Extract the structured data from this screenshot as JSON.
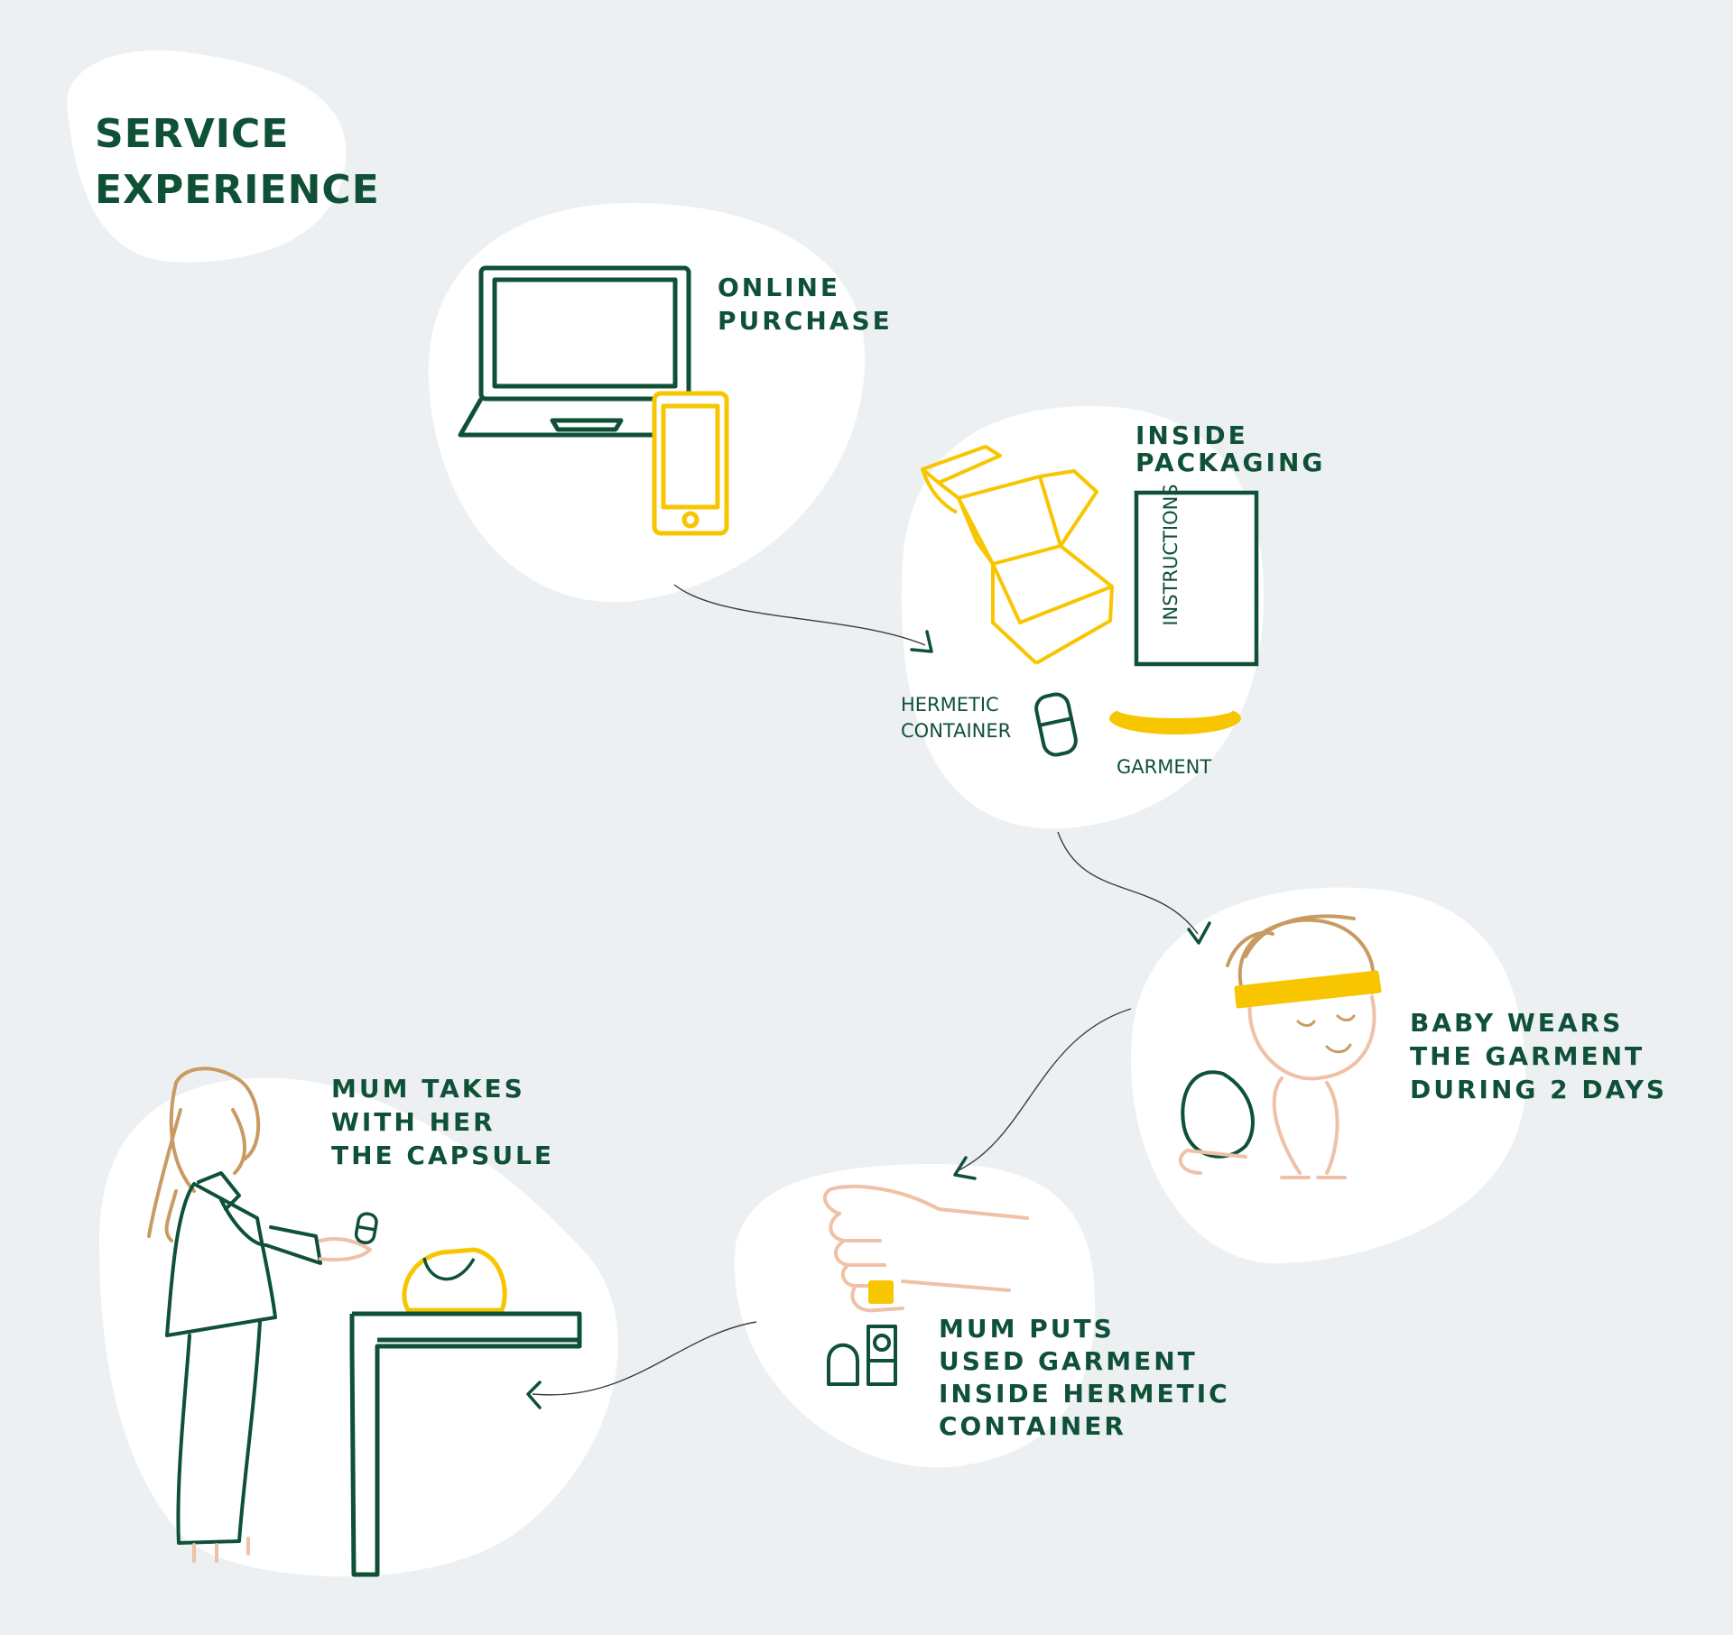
{
  "title": {
    "line1": "SERVICE",
    "line2": "EXPERIENCE"
  },
  "colors": {
    "background": "#edf0f3",
    "bubble": "#ffffff",
    "green": "#0f5137",
    "yellow": "#f7c600",
    "skin": "#efc1a6",
    "hair": "#c99b62"
  },
  "steps": [
    {
      "lines": [
        "ONLINE",
        "PURCHASE"
      ],
      "icons": [
        "laptop-icon",
        "smartphone-icon"
      ]
    },
    {
      "lines": [
        "INSIDE",
        "PACKAGING"
      ],
      "icons": [
        "box-icon",
        "instructions-card-icon",
        "hermetic-container-icon",
        "garment-band-icon"
      ]
    },
    {
      "lines": [
        "BABY WEARS",
        "THE GARMENT",
        "DURING 2 DAYS"
      ],
      "icons": [
        "crawling-baby-icon"
      ]
    },
    {
      "lines": [
        "MUM PUTS",
        "USED GARMENT",
        "INSIDE HERMETIC",
        "CONTAINER"
      ],
      "icons": [
        "hand-icon",
        "open-container-icon"
      ]
    },
    {
      "lines": [
        "MUM TAKES",
        "WITH HER",
        "THE CAPSULE"
      ],
      "icons": [
        "mum-figure-icon",
        "bag-icon",
        "table-icon"
      ]
    }
  ],
  "packaging_labels": {
    "instructions": "INSTRUCTIONS",
    "container_line1": "HERMETIC",
    "container_line2": "CONTAINER",
    "garment": "GARMENT"
  }
}
